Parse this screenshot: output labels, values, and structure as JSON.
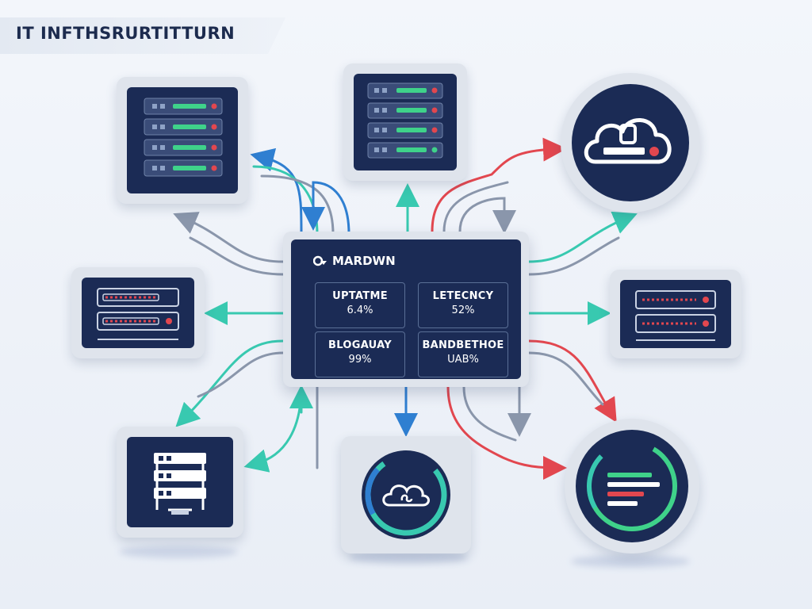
{
  "header": {
    "title": "IT INFTHSRURTITTURN"
  },
  "hub": {
    "title": "MARDWN",
    "metrics": [
      {
        "label": "UPTATME",
        "value": "6.4%"
      },
      {
        "label": "LETECNCY",
        "value": "52%"
      },
      {
        "label": "BLOGAUAY",
        "value": "99%"
      },
      {
        "label": "BANDBETHOE",
        "value": "UAB%"
      }
    ]
  },
  "colors": {
    "navy": "#1b2b55",
    "panel": "#dfe4ec",
    "green": "#3fd28a",
    "teal": "#38c9b0",
    "blue": "#2f7fd1",
    "red": "#e2474f",
    "gray": "#8a96ab"
  },
  "icons": [
    "server-rack-icon",
    "cloud-icon",
    "monitor-icon",
    "database-stack-icon",
    "log-list-icon"
  ]
}
